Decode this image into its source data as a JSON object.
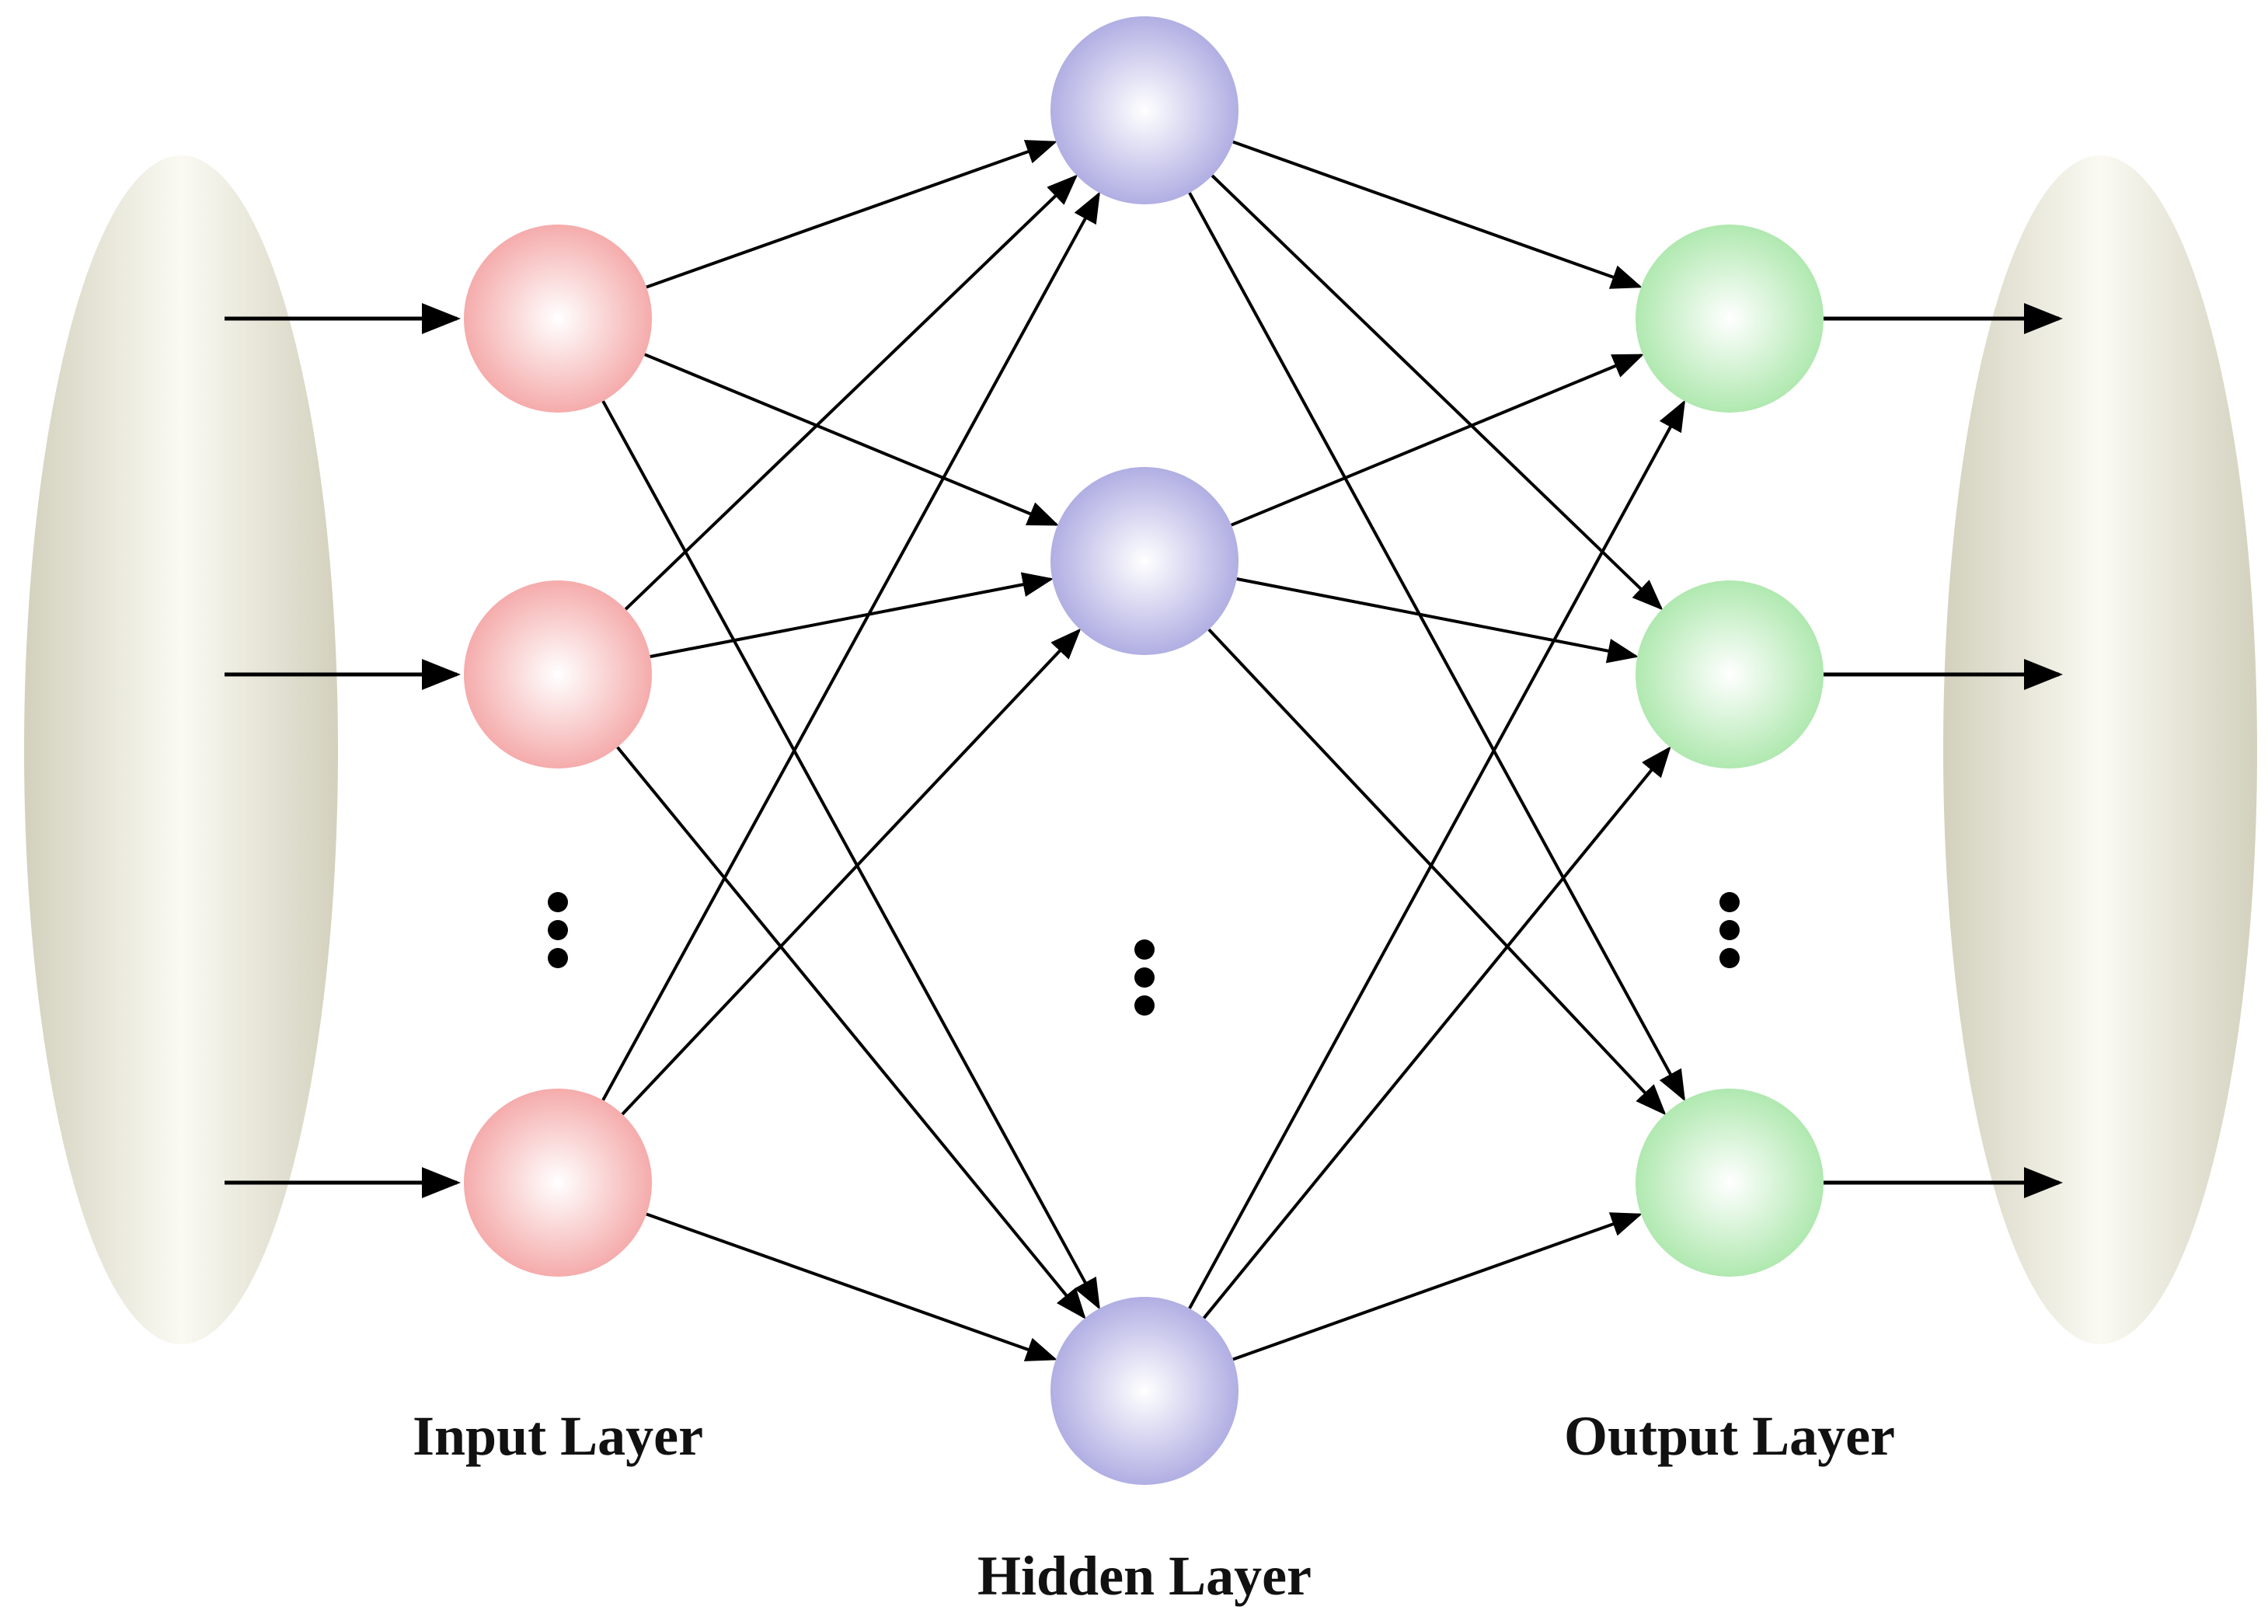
{
  "diagram": {
    "labels": {
      "input_layer": "Input Layer",
      "hidden_layer": "Hidden Layer",
      "output_layer": "Output Layer"
    },
    "layers": {
      "input": {
        "visible_nodes": 3,
        "continues": true
      },
      "hidden": {
        "visible_nodes": 3,
        "continues": true
      },
      "output": {
        "visible_nodes": 3,
        "continues": true
      }
    },
    "connectivity": "fully-connected",
    "colors": {
      "input_node": "#f4a3a3",
      "hidden_node": "#a9a6e0",
      "output_node": "#a8e6a8",
      "side_ellipse": "#d5d3c0",
      "connection": "#000000"
    }
  }
}
